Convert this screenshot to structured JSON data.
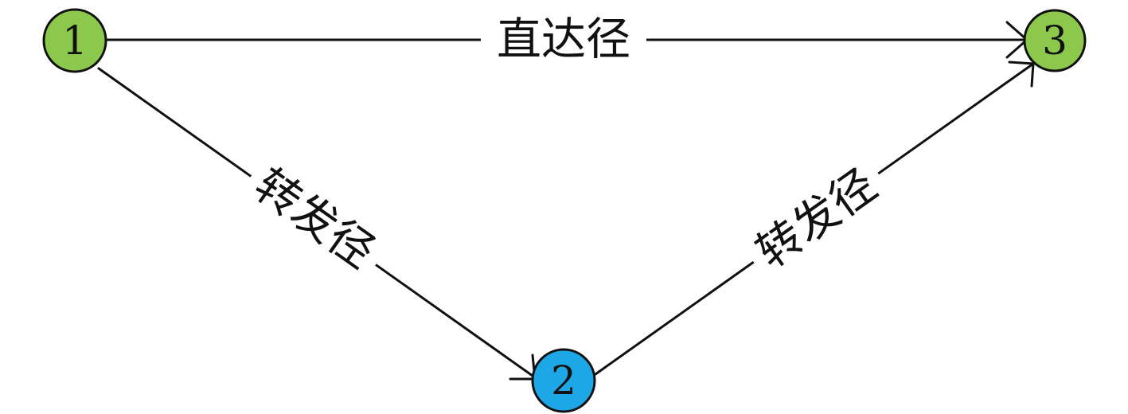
{
  "diagram": {
    "nodes": [
      {
        "id": "1",
        "label": "1",
        "color": "#8cc84b"
      },
      {
        "id": "2",
        "label": "2",
        "color": "#1ea7e6"
      },
      {
        "id": "3",
        "label": "3",
        "color": "#8cc84b"
      }
    ],
    "edges": [
      {
        "from": "1",
        "to": "3",
        "label": "直达径"
      },
      {
        "from": "1",
        "to": "2",
        "label": "转发径"
      },
      {
        "from": "2",
        "to": "3",
        "label": "转发径"
      }
    ]
  }
}
